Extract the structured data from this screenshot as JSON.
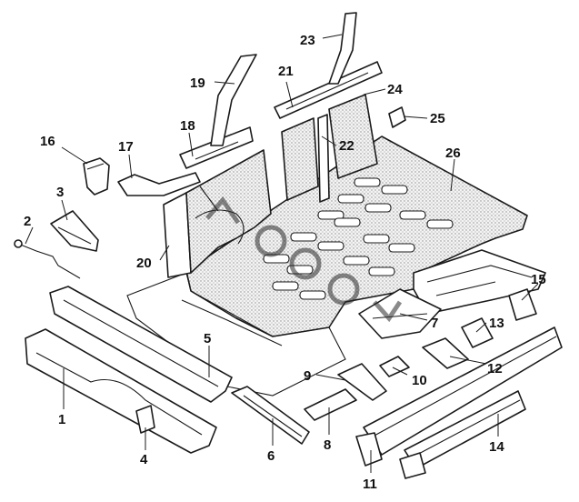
{
  "callouts": [
    "1",
    "2",
    "3",
    "4",
    "5",
    "6",
    "7",
    "8",
    "9",
    "10",
    "11",
    "12",
    "13",
    "14",
    "15",
    "16",
    "17",
    "18",
    "19",
    "20",
    "21",
    "22",
    "23",
    "24",
    "25",
    "26"
  ],
  "colors": {
    "line": "#1a1a1a",
    "stipple": "#bdbdbd",
    "background": "#ffffff"
  }
}
